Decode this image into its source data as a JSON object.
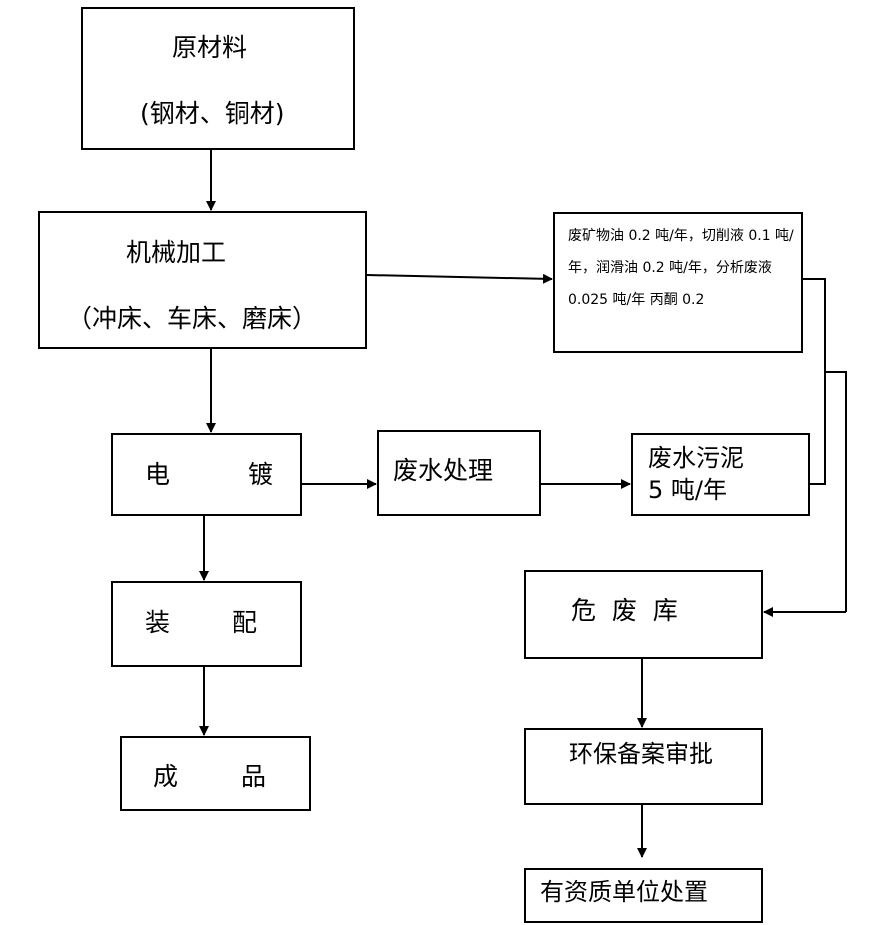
{
  "nodes": {
    "raw_material": {
      "line1": "原材料",
      "line2": "(钢材、铜材)"
    },
    "machining": {
      "line1": "机械加工",
      "line2": "（冲床、车床、磨床）"
    },
    "waste_oil": {
      "text": "废矿物油 0.2 吨/年，切削液 0.1 吨/年，润滑油 0.2 吨/年，分析废液 0.025 吨/年   丙酮 0.2"
    },
    "plating": {
      "left": "电",
      "right": "镀"
    },
    "wastewater": {
      "text": "废水处理"
    },
    "sludge": {
      "line1": "废水污泥",
      "line2": "5 吨/年"
    },
    "assembly": {
      "left": "装",
      "right": "配"
    },
    "hazwaste": {
      "text": "危  废  库"
    },
    "product": {
      "left": "成",
      "right": "品"
    },
    "approval": {
      "text": "环保备案审批"
    },
    "disposal": {
      "text": "有资质单位处置"
    }
  }
}
